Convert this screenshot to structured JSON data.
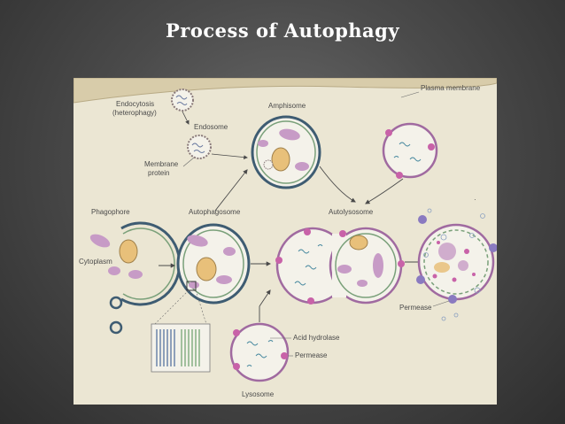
{
  "slide": {
    "title": "Process of Autophagy"
  },
  "diagram": {
    "labels": {
      "plasma_membrane": "Plasma membrane",
      "endocytosis_1": "Endocytosis",
      "endocytosis_2": "(heterophagy)",
      "endosome": "Endosome",
      "amphisome": "Amphisome",
      "membrane_protein_1": "Membrane",
      "membrane_protein_2": "protein",
      "phagophore": "Phagophore",
      "autophagosome": "Autophagosome",
      "autolysosome": "Autolysosome",
      "cytoplasm": "Cytoplasm",
      "permease_right": "Permease",
      "acid_hydrolase": "Acid hydrolase",
      "permease_lysosome": "Permease",
      "lysosome": "Lysosome"
    },
    "colors": {
      "background": "#ebe6d3",
      "plasma_membrane": "#d8ccaa",
      "membrane_outer": "#3e5c72",
      "membrane_inner": "#7aa07a",
      "vesicle_fill": "#f4f2ea",
      "organelle": "#c79bc6",
      "mitochondrion": "#e8c07a",
      "lysosome_membrane": "#a06aa0",
      "lysosome_dot": "#c862a8"
    }
  }
}
